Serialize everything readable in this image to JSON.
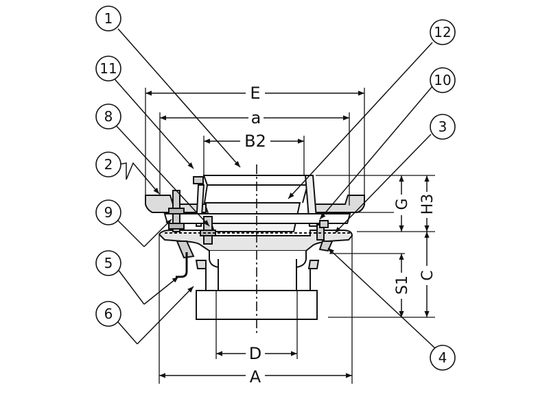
{
  "part_labels": {
    "p1": "1",
    "p2": "2",
    "p3": "3",
    "p4": "4",
    "p5": "5",
    "p6": "6",
    "p8": "8",
    "p9": "9",
    "p10": "10",
    "p11": "11",
    "p12": "12"
  },
  "dimensions": {
    "E": "E",
    "a": "a",
    "B2": "B2",
    "D": "D",
    "A": "A",
    "G": "G",
    "H3": "H3",
    "S1": "S1",
    "C": "C"
  }
}
